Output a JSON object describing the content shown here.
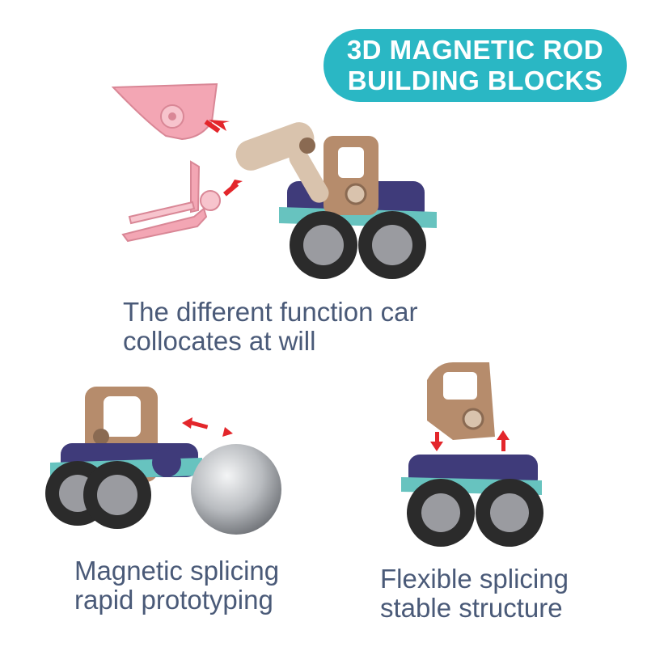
{
  "title": {
    "line1": "3D MAGNETIC ROD",
    "line2": "BUILDING BLOCKS"
  },
  "captions": {
    "top": {
      "line1": "The different function car",
      "line2": "collocates at will"
    },
    "bottom_left": {
      "line1": "Magnetic splicing",
      "line2": "rapid prototyping"
    },
    "bottom_right": {
      "line1": "Flexible splicing",
      "line2": "stable structure"
    }
  },
  "colors": {
    "badge": "#2ab7c4",
    "caption_text": "#4a5a78",
    "arrow": "#e3262b",
    "pink_part": "#f3a6b4",
    "tan_part": "#b68c6c",
    "chassis": "#3f3b7a",
    "teal_part": "#67c3bf",
    "tire": "#2b2b2b",
    "hub": "#9a9ba0",
    "steel_ball": "#b9bcc0"
  },
  "icons": [
    "pink-bucket-part",
    "pink-fork-part",
    "excavator-toy-car",
    "roller-toy-car",
    "cab-block",
    "chassis-block",
    "red-arrow"
  ]
}
